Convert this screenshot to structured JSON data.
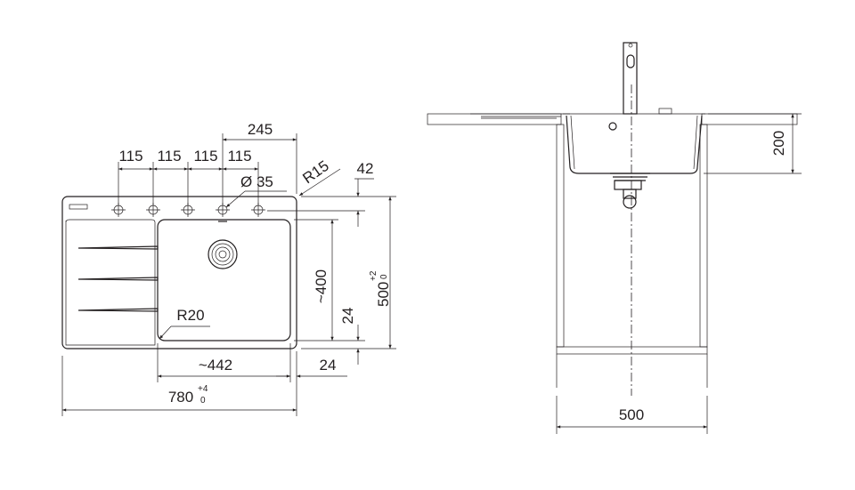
{
  "plan_view": {
    "hole_spacings": [
      "115",
      "115",
      "115",
      "115"
    ],
    "dim_245": "245",
    "radius_corner": "R15",
    "hole_diameter": "Ø 35",
    "dim_42": "42",
    "depth_total": "500",
    "depth_tolerance_upper": "+2",
    "depth_tolerance_lower": "0",
    "bowl_depth": "~400",
    "dim_24_vertical": "24",
    "radius_bowl": "R20",
    "bowl_width": "~442",
    "dim_24_horizontal": "24",
    "width_total": "780",
    "width_tolerance_upper": "+4",
    "width_tolerance_lower": "0"
  },
  "section_view": {
    "bowl_height": "200",
    "cabinet_width": "500"
  },
  "colors": {
    "line": "#231f20"
  }
}
